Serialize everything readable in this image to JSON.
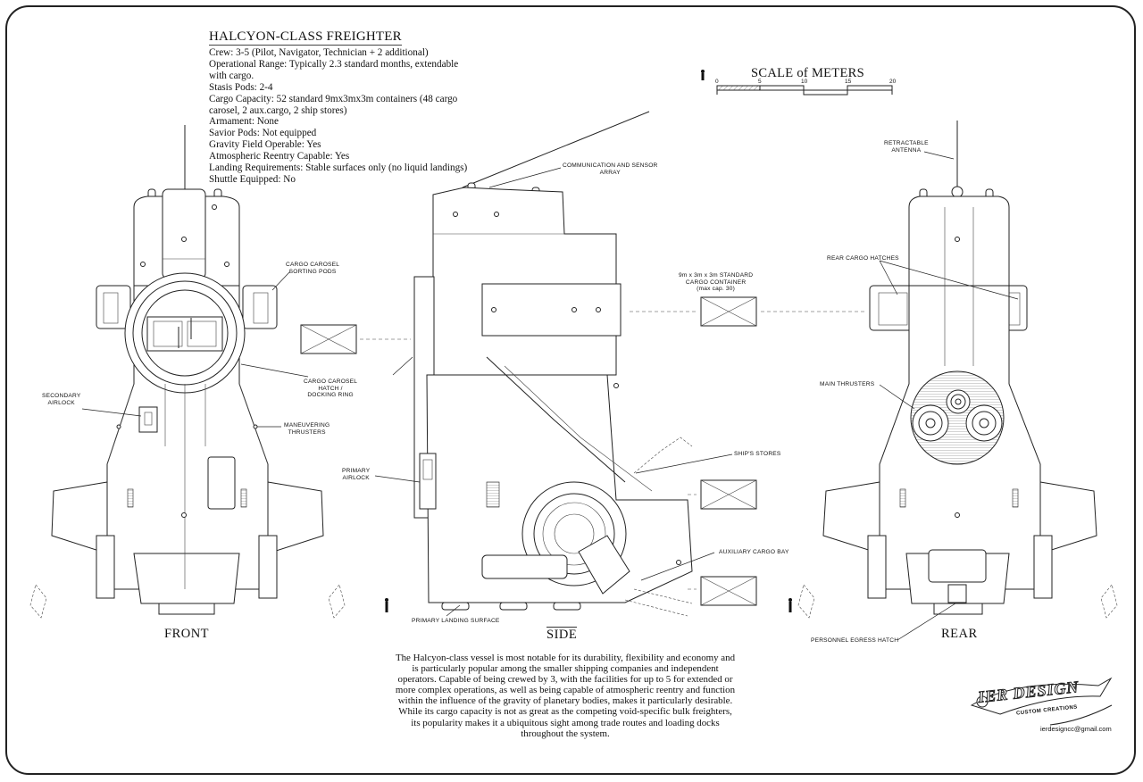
{
  "title": "HALCYON-CLASS FREIGHTER",
  "specs": [
    "Crew: 3-5 (Pilot, Navigator, Technician + 2 additional)",
    "Operational Range: Typically 2.3 standard months, extendable with cargo.",
    "Stasis Pods: 2-4",
    "Cargo Capacity: 52 standard 9mx3mx3m containers (48 cargo carosel, 2 aux.cargo, 2 ship stores)",
    "Armament: None",
    "Savior Pods: Not equipped",
    "Gravity Field Operable: Yes",
    "Atmospheric Reentry Capable: Yes",
    "Landing Requirements: Stable surfaces only (no liquid landings)",
    "Shuttle Equipped: No"
  ],
  "scale": {
    "title": "SCALE of METERS",
    "ticks": [
      "0",
      "5",
      "10",
      "15",
      "20"
    ]
  },
  "views": {
    "front": "FRONT",
    "side": "SIDE",
    "rear": "REAR"
  },
  "labels": {
    "cargo_carosel_pods": [
      "CARGO CAROSEL",
      "SORTING PODS"
    ],
    "secondary_airlock": [
      "SECONDARY",
      "AIRLOCK"
    ],
    "cargo_carosel_hatch": [
      "CARGO CAROSEL",
      "HATCH /",
      "DOCKING RING"
    ],
    "maneuvering_thrusters": [
      "MANEUVERING",
      "THRUSTERS"
    ],
    "comm_array": [
      "COMMUNICATION AND SENSOR",
      "ARRAY"
    ],
    "container": [
      "9m x 3m x 3m STANDARD",
      "CARGO CONTAINER",
      "(max cap. 30)"
    ],
    "ships_stores": [
      "SHIP'S STORES"
    ],
    "primary_airlock": [
      "PRIMARY",
      "AIRLOCK"
    ],
    "auxiliary_cargo": [
      "AUXILIARY CARGO BAY"
    ],
    "primary_landing": [
      "PRIMARY LANDING SURFACE"
    ],
    "retractable_antenna": [
      "RETRACTABLE",
      "ANTENNA"
    ],
    "rear_cargo_hatches": [
      "REAR CARGO HATCHES"
    ],
    "main_thrusters": [
      "MAIN THRUSTERS"
    ],
    "personnel_egress": [
      "PERSONNEL EGRESS HATCH"
    ]
  },
  "description": "The Halcyon-class vessel is most notable for its durability, flexibility and economy and is particularly popular among the smaller shipping companies and independent operators. Capable of being crewed by 3, with the facilities for up to 5 for extended or more complex operations, as well as being capable of atmospheric reentry and function within the influence of the gravity of planetary bodies, makes it particularly desirable. While its cargo capacity is not as great as the competing void-specific bulk freighters, its popularity makes it a ubiquitous sight among trade routes and loading docks throughout the system.",
  "logo": {
    "name": "IER DESIGN",
    "tagline": "CUSTOM CREATIONS",
    "email": "ierdesigncc@gmail.com"
  }
}
